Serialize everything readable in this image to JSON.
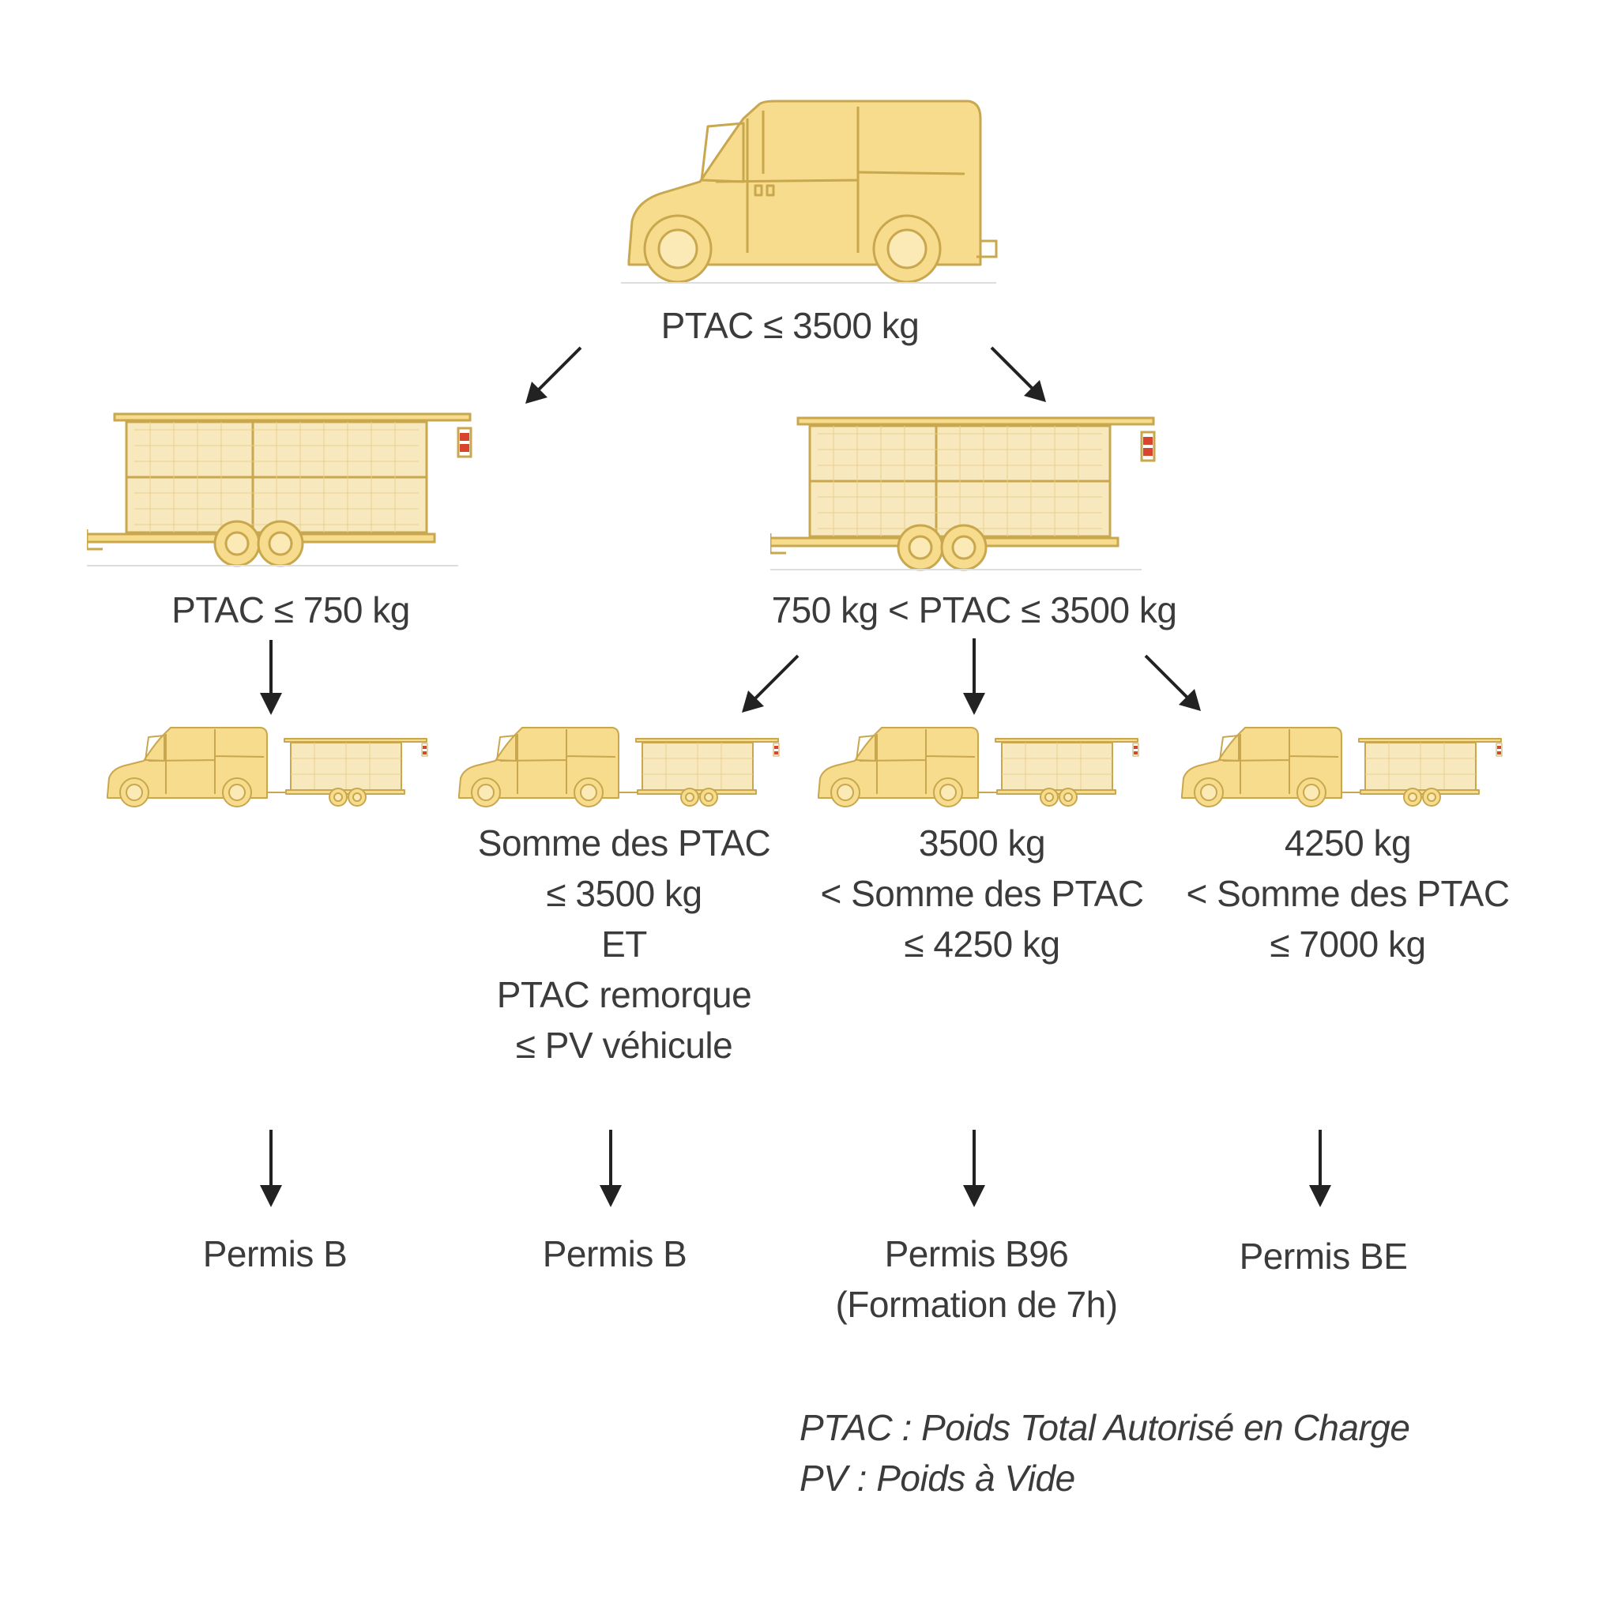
{
  "colors": {
    "vehicle_fill": "#f6dc8c",
    "vehicle_stroke": "#c9a74e",
    "light_fill": "#f7e9bd",
    "arrow": "#222222",
    "text": "#3b3b3b",
    "tail_light": "#d8452e"
  },
  "nodes": {
    "root_label": "PTAC ≤ 3500 kg",
    "light_trailer_label": "PTAC ≤ 750 kg",
    "heavy_trailer_label": "750 kg < PTAC ≤ 3500 kg",
    "case2_lines": [
      "Somme des PTAC",
      "≤ 3500 kg",
      "ET",
      "PTAC remorque",
      "≤ PV véhicule"
    ],
    "case3_lines": [
      "3500 kg",
      "< Somme des PTAC",
      "≤ 4250 kg"
    ],
    "case4_lines": [
      "4250 kg",
      "< Somme des PTAC",
      "≤ 7000 kg"
    ]
  },
  "licences": {
    "case1": "Permis B",
    "case2": "Permis B",
    "case3_lines": [
      "Permis B96",
      "(Formation de 7h)"
    ],
    "case4": "Permis BE"
  },
  "legend": {
    "lines": [
      "PTAC : Poids Total Autorisé en Charge",
      "PV : Poids à Vide"
    ]
  },
  "icons": {
    "root": "van-icon",
    "trailers": "trailer-icon",
    "combos": "van-with-trailer-icon"
  }
}
